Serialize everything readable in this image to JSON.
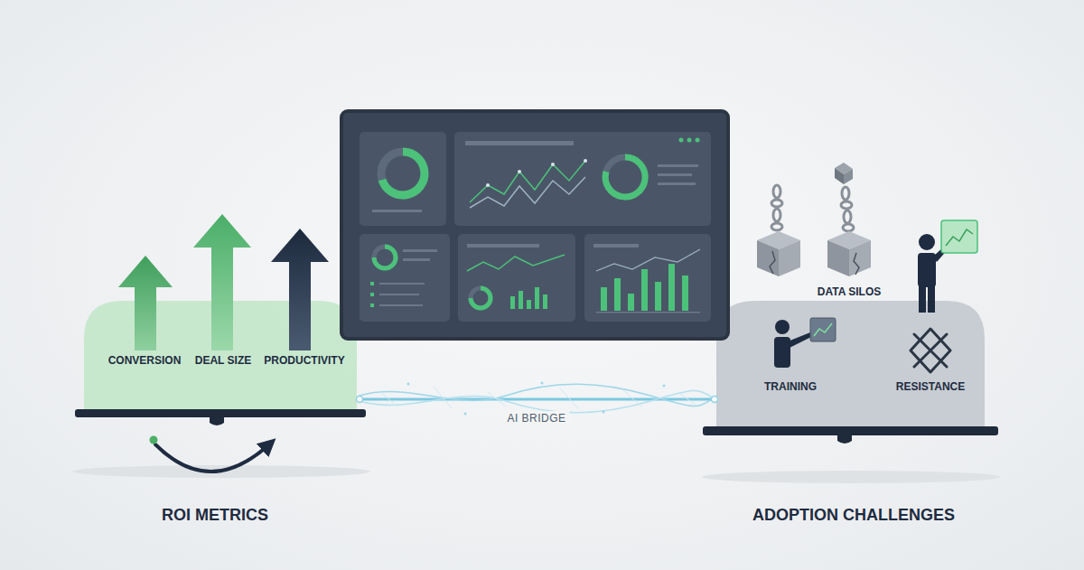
{
  "diagram": {
    "nodes": [
      {
        "text": [
          "CONVERSION",
          "DEAL SIZE",
          "PRODUCTIVITY",
          "ROI METRICS"
        ]
      },
      {
        "text": [
          "DATA SILOS",
          "TRAINING",
          "RESISTANCE",
          "ADOPTION CHALLENGES"
        ]
      }
    ],
    "edges": [
      {
        "from": 0,
        "to": 1,
        "label": "AI BRIDGE",
        "arrow": "none"
      }
    ]
  }
}
